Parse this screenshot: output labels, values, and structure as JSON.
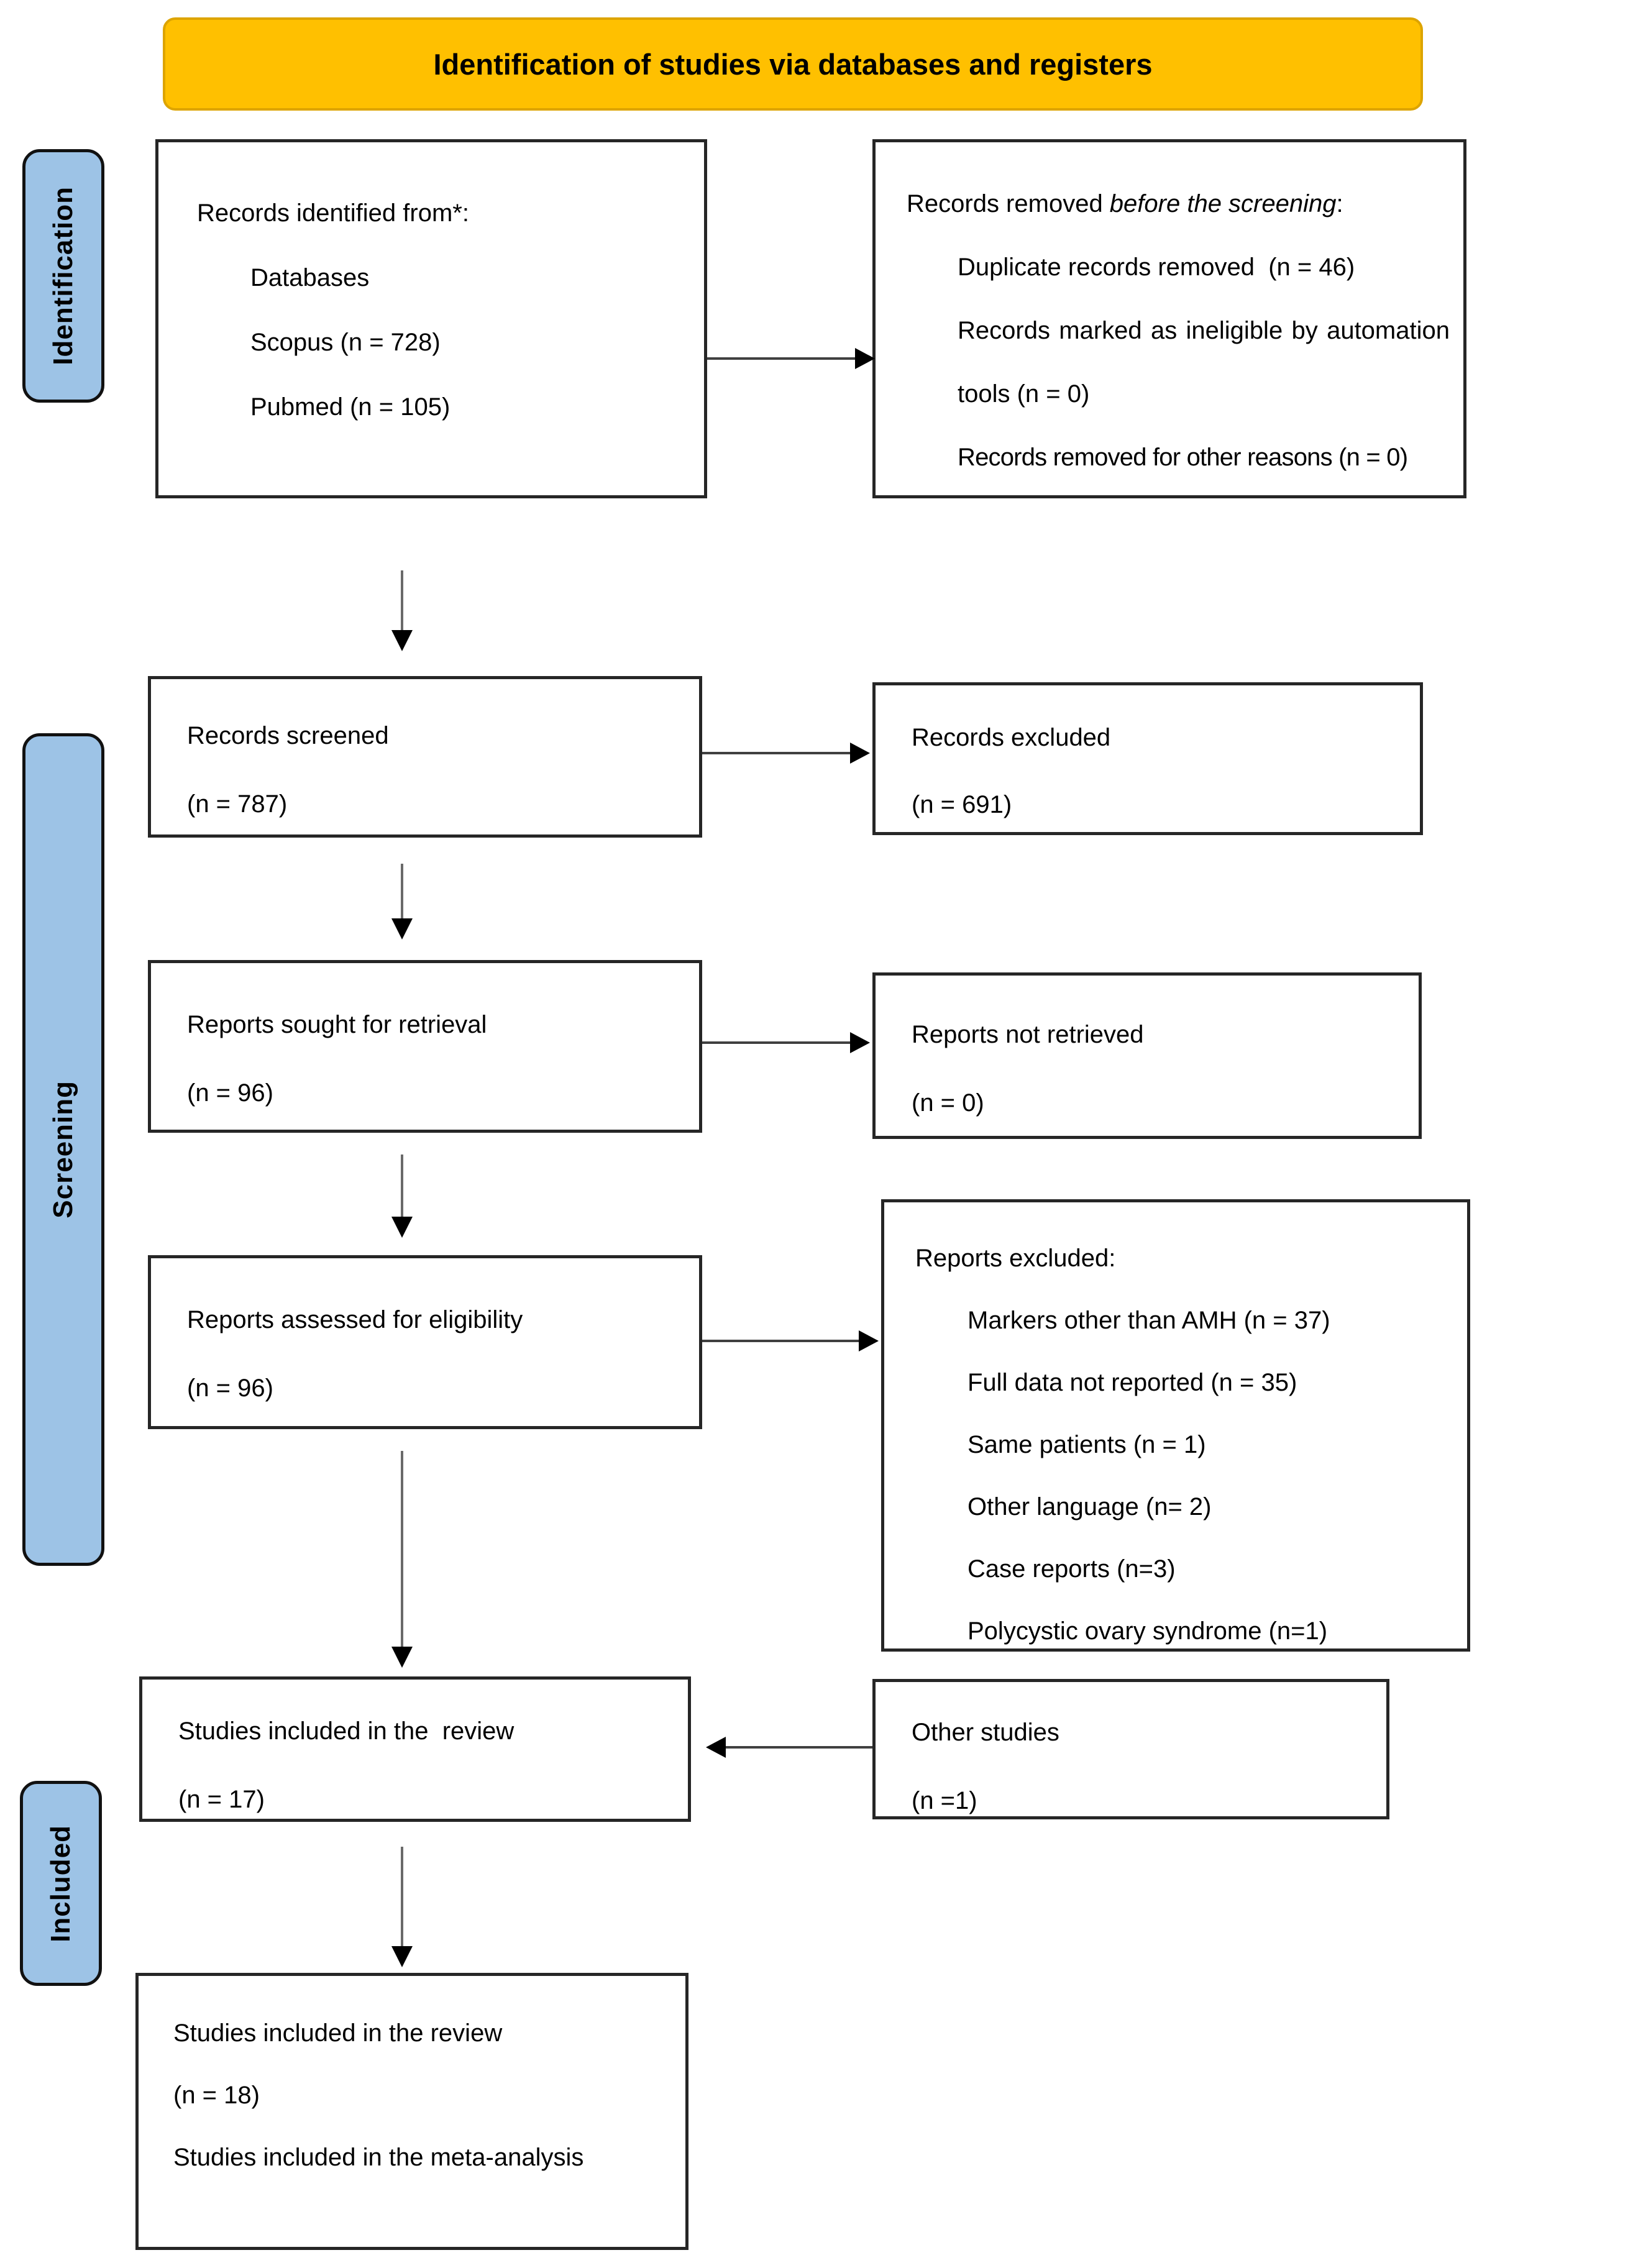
{
  "banner": {
    "title": "Identification of studies via databases and registers"
  },
  "colors": {
    "banner_bg": "#FFC000",
    "stage_bg": "#9DC3E6",
    "box_border": "#262626",
    "arrow_stem": "#6a6a6a",
    "arrowhead": "#000000"
  },
  "stages": {
    "identification": "Identification",
    "screening": "Screening",
    "included": "Included"
  },
  "boxes": {
    "records_identified": {
      "title": "Records identified from*:",
      "items": [
        "Databases",
        "Scopus (n = 728)",
        "Pubmed (n = 105)"
      ]
    },
    "records_removed": {
      "title_prefix": "Records removed ",
      "title_italic": "before the screening",
      "title_suffix": ":",
      "items": [
        "Duplicate records removed  (n = 46)",
        "Records marked as ineligible by automation tools (n = 0)",
        "Records removed for other reasons (n = 0)"
      ]
    },
    "records_screened": {
      "line1": "Records screened",
      "line2": "(n = 787)"
    },
    "records_excluded": {
      "line1": "Records excluded",
      "line2": "(n = 691)"
    },
    "reports_sought": {
      "line1": "Reports sought for retrieval",
      "line2": "(n = 96)"
    },
    "reports_not_retrieved": {
      "line1": "Reports not retrieved",
      "line2": "(n = 0)"
    },
    "reports_assessed": {
      "line1": "Reports assessed for eligibility",
      "line2": "(n = 96)"
    },
    "reports_excluded": {
      "title": "Reports excluded:",
      "items": [
        "Markers other than AMH (n = 37)",
        "Full data not reported (n = 35)",
        "Same patients (n = 1)",
        "Other language (n= 2)",
        "Case reports (n=3)",
        "Polycystic ovary syndrome (n=1)"
      ]
    },
    "studies_included_review": {
      "line1": "Studies included in the  review",
      "line2": "(n = 17)"
    },
    "other_studies": {
      "line1": "Other studies",
      "line2": "(n =1)"
    },
    "studies_final": {
      "line1": "Studies included in the review",
      "line2": "(n = 18)",
      "line3": "Studies included in the meta-analysis"
    }
  }
}
